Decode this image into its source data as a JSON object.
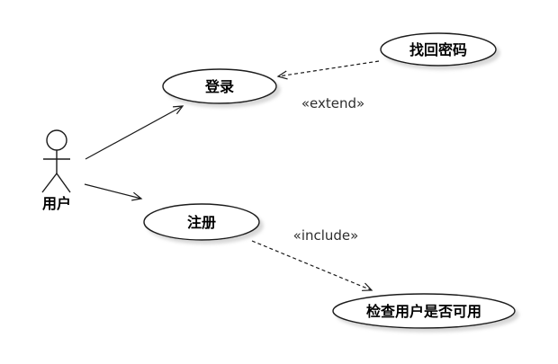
{
  "diagram": {
    "kind": "uml-use-case",
    "colors": {
      "background": "#ffffff",
      "line": "#1a1a1a",
      "shape_fill": "#ffffff",
      "shadow": "#c9c9c9",
      "stereotype_text": "#2e2e2e"
    },
    "actor": {
      "label": "用户"
    },
    "use_cases": [
      {
        "label": "登录"
      },
      {
        "label": "注册"
      },
      {
        "label": "找回密码"
      },
      {
        "label": "检查用户是否可用"
      }
    ],
    "relationships": [
      {
        "type": "association",
        "from": "用户",
        "to": "登录"
      },
      {
        "type": "association",
        "from": "用户",
        "to": "注册"
      },
      {
        "type": "extend",
        "from": "找回密码",
        "to": "登录",
        "label": "«extend»"
      },
      {
        "type": "include",
        "from": "注册",
        "to": "检查用户是否可用",
        "label": "«include»"
      }
    ]
  }
}
